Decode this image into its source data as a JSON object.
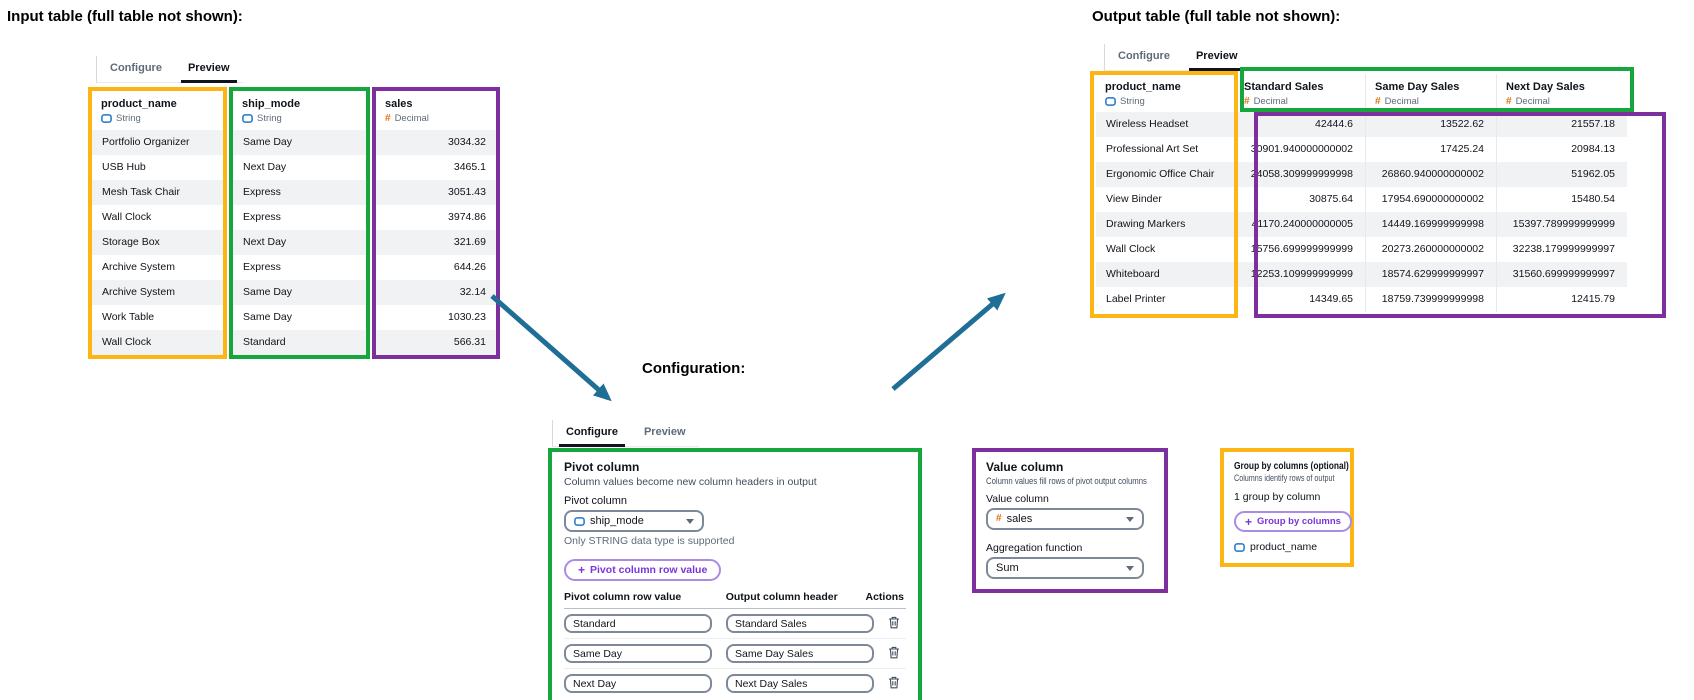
{
  "titles": {
    "input": "Input table (full table not shown):",
    "output": "Output table (full table not shown):",
    "config": "Configuration:"
  },
  "tabs": {
    "configure": "Configure",
    "preview": "Preview"
  },
  "icons": {
    "plus": "+",
    "hash": "#"
  },
  "input_table": {
    "columns": [
      {
        "name": "product_name",
        "type": "String",
        "align": "left",
        "highlight": "yellow",
        "values": [
          "Portfolio Organizer",
          "USB Hub",
          "Mesh Task Chair",
          "Wall Clock",
          "Storage Box",
          "Archive System",
          "Archive System",
          "Work Table",
          "Wall Clock"
        ]
      },
      {
        "name": "ship_mode",
        "type": "String",
        "align": "left",
        "highlight": "green",
        "values": [
          "Same Day",
          "Next Day",
          "Express",
          "Express",
          "Next Day",
          "Express",
          "Same Day",
          "Same Day",
          "Standard"
        ]
      },
      {
        "name": "sales",
        "type": "Decimal",
        "align": "right",
        "highlight": "purple",
        "values": [
          "3034.32",
          "3465.1",
          "3051.43",
          "3974.86",
          "321.69",
          "644.26",
          "32.14",
          "1030.23",
          "566.31"
        ]
      }
    ]
  },
  "output_table": {
    "group_column": {
      "name": "product_name",
      "type": "String",
      "values": [
        "Wireless Headset",
        "Professional Art Set",
        "Ergonomic Office Chair",
        "View Binder",
        "Drawing Markers",
        "Wall Clock",
        "Whiteboard",
        "Label Printer"
      ]
    },
    "value_columns": [
      {
        "name": "Standard Sales",
        "type": "Decimal",
        "values": [
          "42444.6",
          "30901.940000000002",
          "24058.309999999998",
          "30875.64",
          "41170.240000000005",
          "15756.699999999999",
          "12253.109999999999",
          "14349.65"
        ]
      },
      {
        "name": "Same Day Sales",
        "type": "Decimal",
        "values": [
          "13522.62",
          "17425.24",
          "26860.940000000002",
          "17954.690000000002",
          "14449.169999999998",
          "20273.260000000002",
          "18574.629999999997",
          "18759.739999999998"
        ]
      },
      {
        "name": "Next Day Sales",
        "type": "Decimal",
        "values": [
          "21557.18",
          "20984.13",
          "51962.05",
          "15480.54",
          "15397.789999999999",
          "32238.179999999997",
          "31560.699999999997",
          "12415.79"
        ]
      }
    ]
  },
  "config": {
    "pivot": {
      "title": "Pivot column",
      "description": "Column values become new column headers in output",
      "field_label": "Pivot column",
      "selected": "ship_mode",
      "help": "Only STRING data type is supported",
      "add_button": "Pivot column row value",
      "headers": {
        "row_value": "Pivot column row value",
        "output_header": "Output column header",
        "actions": "Actions"
      },
      "rows": [
        {
          "row_value": "Standard",
          "output_header": "Standard Sales"
        },
        {
          "row_value": "Same Day",
          "output_header": "Same Day Sales"
        },
        {
          "row_value": "Next Day",
          "output_header": "Next Day Sales"
        }
      ]
    },
    "value": {
      "title": "Value column",
      "description": "Column values fill rows of pivot output columns",
      "field_label": "Value column",
      "selected": "sales",
      "agg_label": "Aggregation function",
      "agg_selected": "Sum"
    },
    "group": {
      "title": "Group by columns (optional)",
      "description": "Columns identify rows of output",
      "count": "1 group by column",
      "add_button": "Group by columns",
      "column": "product_name"
    }
  },
  "colors": {
    "highlight_yellow": "#fdb515",
    "highlight_green": "#16a63c",
    "highlight_purple": "#7d2f9e",
    "arrow": "#1f6e96",
    "accent_purple": "#7a35d9",
    "string_icon_blue": "#2076c8",
    "decimal_icon_orange": "#dd730f"
  }
}
